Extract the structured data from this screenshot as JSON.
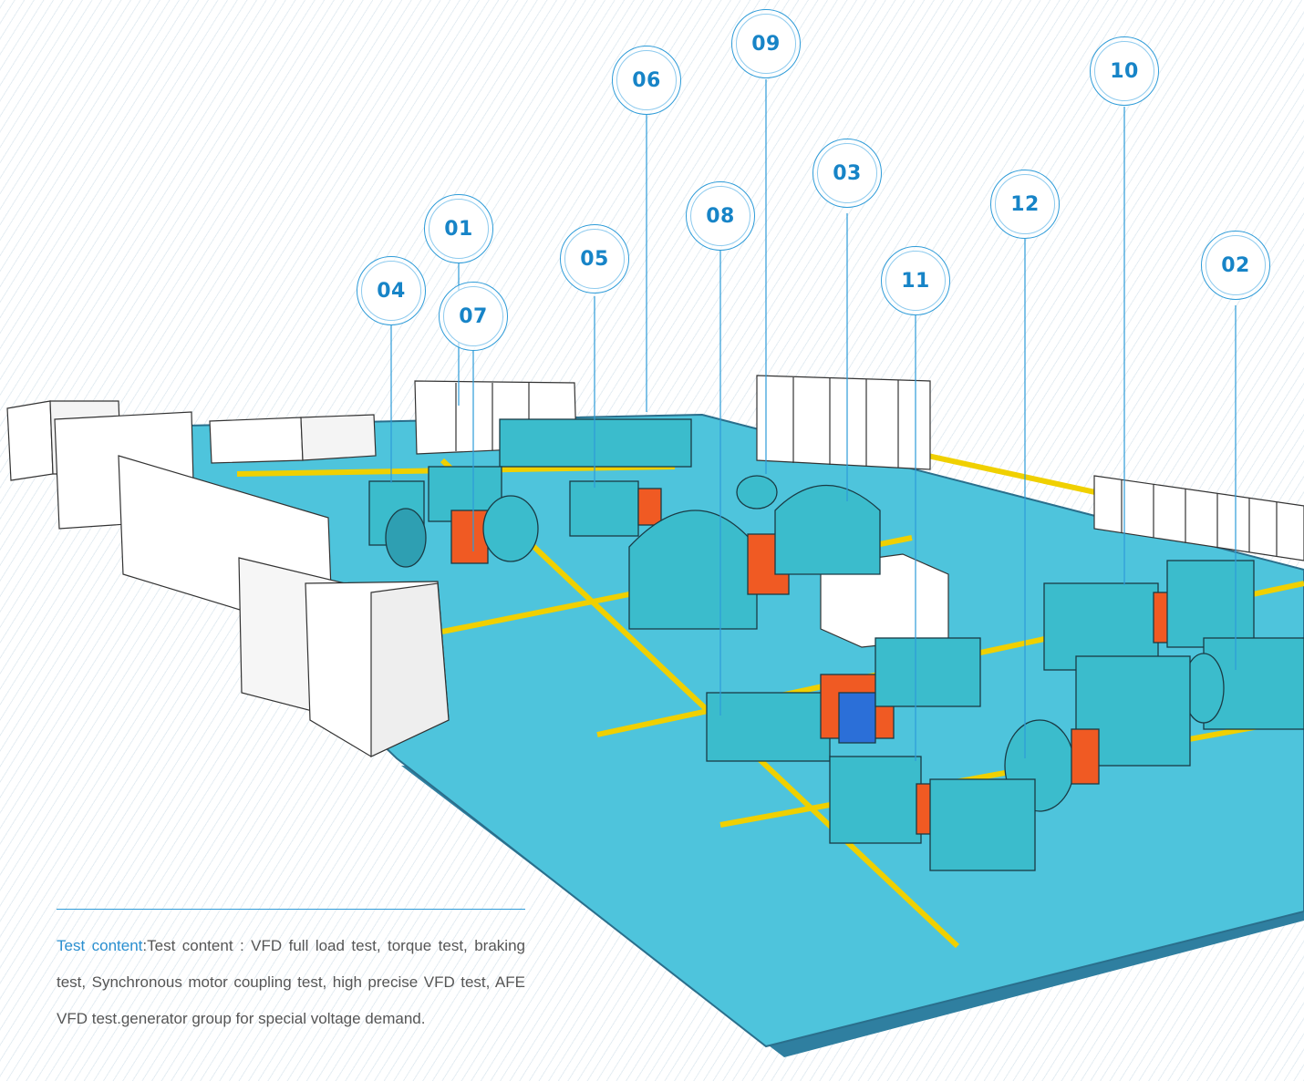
{
  "callouts": [
    {
      "id": "01",
      "label": "01"
    },
    {
      "id": "02",
      "label": "02"
    },
    {
      "id": "03",
      "label": "03"
    },
    {
      "id": "04",
      "label": "04"
    },
    {
      "id": "05",
      "label": "05"
    },
    {
      "id": "06",
      "label": "06"
    },
    {
      "id": "07",
      "label": "07"
    },
    {
      "id": "08",
      "label": "08"
    },
    {
      "id": "09",
      "label": "09"
    },
    {
      "id": "10",
      "label": "10"
    },
    {
      "id": "11",
      "label": "11"
    },
    {
      "id": "12",
      "label": "12"
    }
  ],
  "caption": {
    "label": "Test content",
    "separator": ":",
    "text": "Test content : VFD full load test, torque test, braking test, Synchronous motor coupling test, high precise VFD test, AFE VFD test.generator group for special voltage demand."
  },
  "colors": {
    "floor": "#4ec4dc",
    "floor_edge": "#2f7fa0",
    "lane": "#f0d000",
    "machine": "#3bbccc",
    "coupling": "#f05a23",
    "accent": "#2a8fd0",
    "cabinet": "#ffffff"
  }
}
